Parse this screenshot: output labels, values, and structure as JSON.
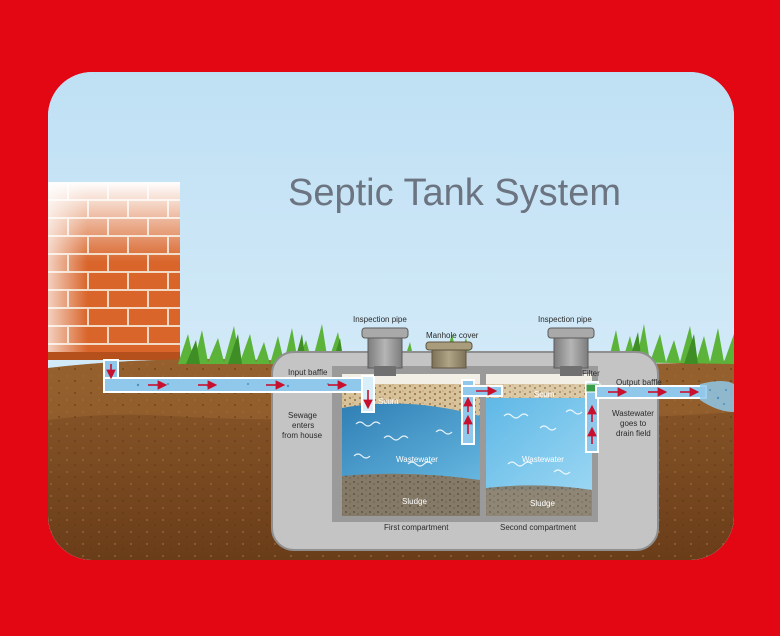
{
  "title": "Septic Tank System",
  "labels": {
    "inspection_pipe_left": "Inspection pipe",
    "manhole_cover": "Manhole cover",
    "inspection_pipe_right": "Inspection pipe",
    "input_baffle": "Input baffle",
    "filter": "Filter",
    "output_baffle": "Output baffle",
    "sewage_line1": "Sewage",
    "sewage_line2": "enters",
    "sewage_line3": "from house",
    "wastewater_right_line1": "Wastewater",
    "wastewater_right_line2": "goes to",
    "wastewater_right_line3": "drain field",
    "scum_left": "Scum",
    "scum_right": "Scum",
    "wastewater_left": "Wastewater",
    "wastewater_center": "Wastewater",
    "sludge_left": "Sludge",
    "sludge_right": "Sludge",
    "first_compartment": "First compartment",
    "second_compartment": "Second compartment"
  },
  "colors": {
    "background": "#e30613",
    "sky": "#cbe6f6",
    "soil": "#7a4a22",
    "grass": "#5bb33a",
    "brick": "#d9652b",
    "tank_concrete": "#b9b9b9",
    "water": "#4aa6d8",
    "sludge": "#8a7d6a",
    "arrow": "#c8102e",
    "title": "#6b7480"
  }
}
